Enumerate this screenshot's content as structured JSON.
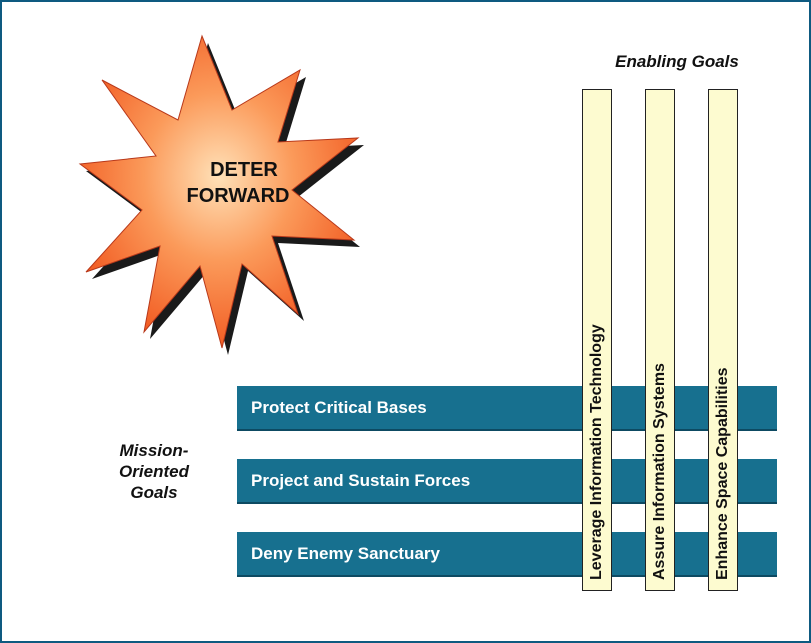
{
  "starburst": {
    "line1": "DETER",
    "line2": "FORWARD"
  },
  "enabling_goals": {
    "title": "Enabling Goals",
    "items": [
      "Leverage Information Technology",
      "Assure Information Systems",
      "Enhance Space Capabilities"
    ]
  },
  "mission_goals": {
    "title_lines": [
      "Mission-",
      "Oriented",
      "Goals"
    ],
    "items": [
      "Protect Critical Bases",
      "Project and Sustain Forces",
      "Deny Enemy Sanctuary"
    ]
  },
  "colors": {
    "frame": "#0e5a80",
    "bar": "#17708f",
    "column": "#fdfbd0",
    "star_outer": "#f25a1c",
    "star_inner": "#ffd7a3"
  }
}
